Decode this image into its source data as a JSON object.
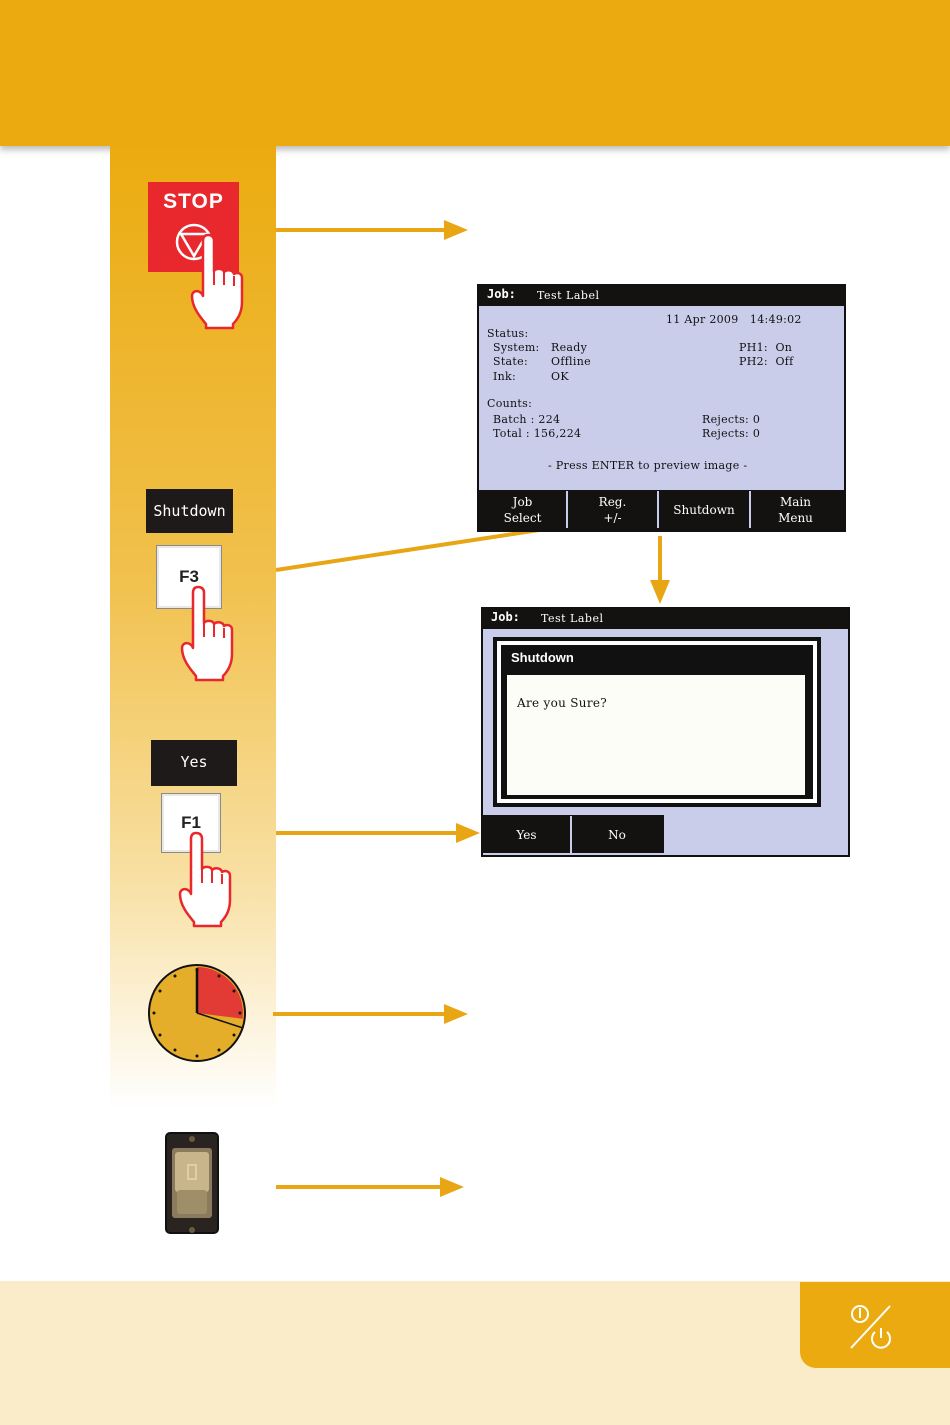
{
  "stop": {
    "label": "STOP"
  },
  "keys": {
    "shutdown_softkey": "Shutdown",
    "f3": "F3",
    "yes_softkey": "Yes",
    "f1": "F1"
  },
  "status_screen": {
    "job_label": "Job:",
    "job_name": "Test Label",
    "datetime": "11 Apr 2009   14:49:02",
    "status_heading": "Status:",
    "system_label": "System:",
    "system_value": "Ready",
    "state_label": "State:",
    "state_value": "Offline",
    "ink_label": "Ink:",
    "ink_value": "OK",
    "ph1": "PH1:  On",
    "ph2": "PH2:  Off",
    "counts_heading": "Counts:",
    "batch": "Batch : 224",
    "total": "Total : 156,224",
    "rejects1": "Rejects: 0",
    "rejects2": "Rejects: 0",
    "prompt": "- Press ENTER to preview image -",
    "buttons": [
      {
        "line1": "Job",
        "line2": "Select"
      },
      {
        "line1": "Reg.",
        "line2": "+/-"
      },
      {
        "line1": "Shutdown",
        "line2": ""
      },
      {
        "line1": "Main",
        "line2": "Menu"
      }
    ]
  },
  "confirm_screen": {
    "job_label": "Job:",
    "job_name": "Test Label",
    "dialog_title": "Shutdown",
    "question": "Are you Sure?",
    "yes": "Yes",
    "no": "No"
  },
  "timer": {
    "elapsed_fraction": 0.27
  },
  "colors": {
    "brand_yellow": "#ebab10",
    "stop_red": "#e8282d",
    "lcd_bg": "#c9cdea"
  },
  "icons": [
    "hand-pointer-icon",
    "stop-symbol-icon",
    "clock-icon",
    "rocker-switch-icon",
    "power-onoff-icon"
  ]
}
